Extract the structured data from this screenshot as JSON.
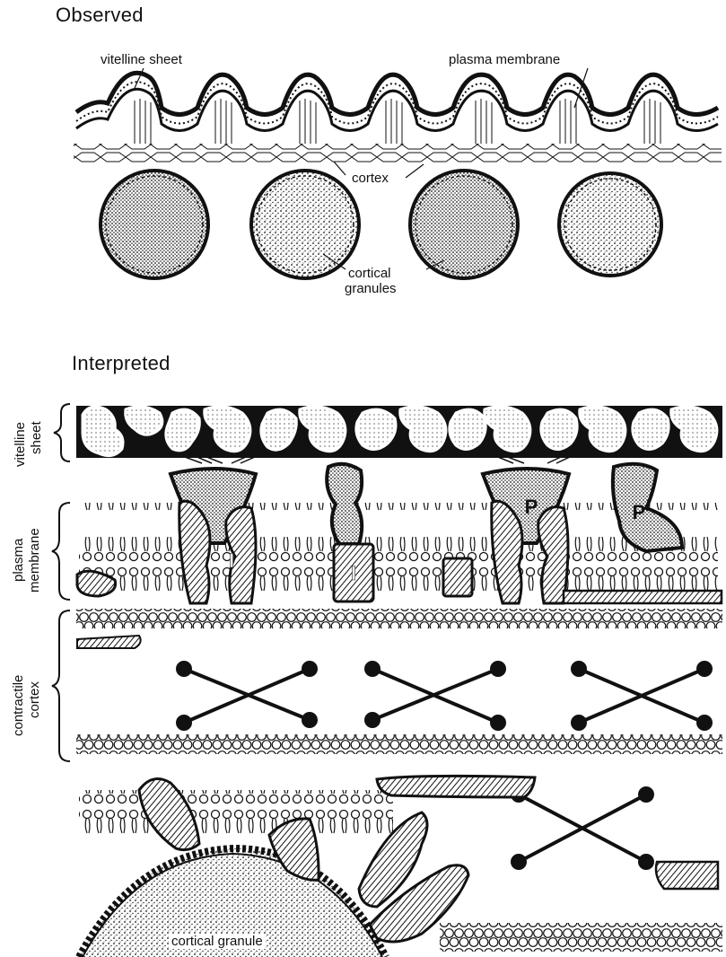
{
  "observed": {
    "title": "Observed",
    "labels": {
      "vitelline_sheet": "vitelline sheet",
      "plasma_membrane": "plasma membrane",
      "cortex": "cortex",
      "cortical_granules_1": "cortical",
      "cortical_granules_2": "granules"
    }
  },
  "interpreted": {
    "title": "Interpreted",
    "side_labels": {
      "vitelline_1": "vitelline",
      "vitelline_2": "sheet",
      "plasma_1": "plasma",
      "plasma_2": "membrane",
      "contractile_1": "contractile",
      "contractile_2": "cortex"
    },
    "protein_labels": {
      "p": "P",
      "i": "I"
    },
    "cortical_granule": "cortical granule"
  },
  "colors": {
    "ink": "#111111",
    "paper": "#ffffff"
  }
}
